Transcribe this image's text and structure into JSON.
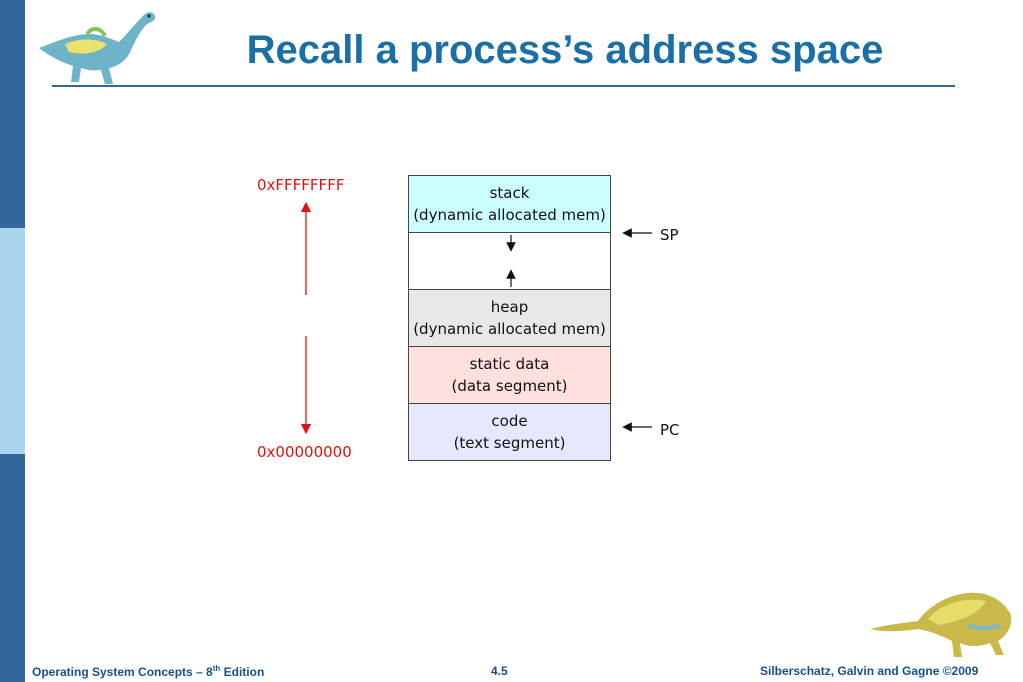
{
  "slide": {
    "title": "Recall a process’s address space"
  },
  "diagram": {
    "addresses": {
      "top": "0xFFFFFFFF",
      "bottom": "0x00000000"
    },
    "segments": [
      {
        "name": "stack",
        "line1": "stack",
        "line2": "(dynamic allocated mem)",
        "color": "#ccffff"
      },
      {
        "name": "gap",
        "line1": "",
        "line2": "",
        "color": "#ffffff"
      },
      {
        "name": "heap",
        "line1": "heap",
        "line2": "(dynamic allocated mem)",
        "color": "#e8e8e8"
      },
      {
        "name": "static-data",
        "line1": "static data",
        "line2": "(data segment)",
        "color": "#ffe0dc"
      },
      {
        "name": "code",
        "line1": "code",
        "line2": "(text segment)",
        "color": "#e6e8ff"
      }
    ],
    "pointers": {
      "sp": "SP",
      "pc": "PC"
    },
    "address_arrow_color": "#e01010"
  },
  "footer": {
    "left_prefix": "Operating System Concepts – 8",
    "left_sup": "th",
    "left_suffix": " Edition",
    "center": "4.5",
    "right": "Silberschatz, Galvin and Gagne ©2009"
  },
  "icons": [
    "dinosaur-logo-icon",
    "dinosaur-footer-icon"
  ]
}
